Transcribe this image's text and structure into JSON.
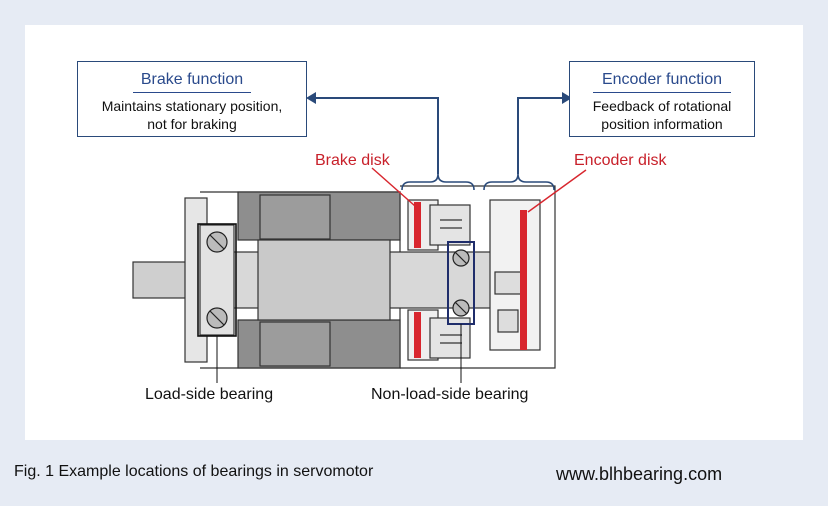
{
  "brake_callout": {
    "title": "Brake function",
    "description_line1": "Maintains stationary position,",
    "description_line2": "not for braking"
  },
  "encoder_callout": {
    "title": "Encoder function",
    "description_line1": "Feedback of rotational",
    "description_line2": "position information"
  },
  "labels": {
    "brake_disk": "Brake disk",
    "encoder_disk": "Encoder disk",
    "load_side_bearing": "Load-side bearing",
    "non_load_side_bearing": "Non-load-side bearing"
  },
  "caption": "Fig. 1  Example locations of bearings in servomotor",
  "website": "www.blhbearing.com",
  "colors": {
    "accent_blue": "#2a4a7a",
    "highlight_red": "#d8262e",
    "motor_gray": "#8e8e8e",
    "shaft_gray": "#d4d4d4"
  }
}
